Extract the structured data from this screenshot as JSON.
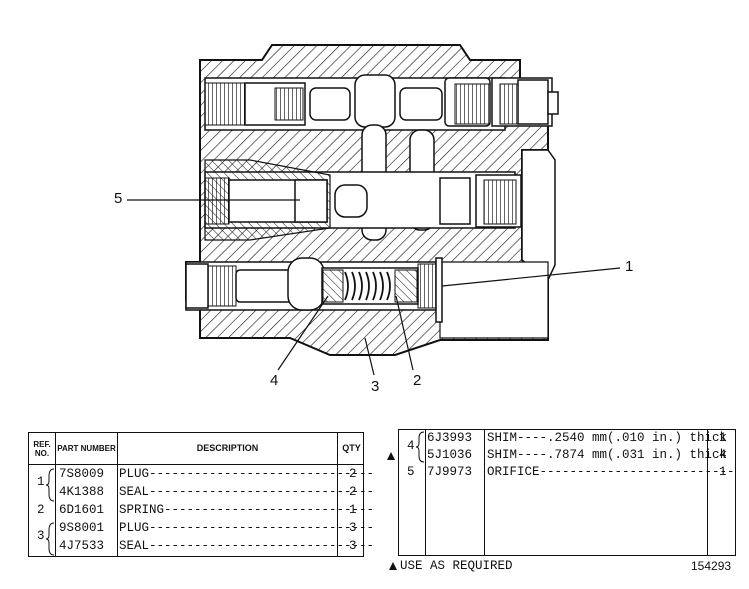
{
  "callouts": {
    "c1": "1",
    "c2": "2",
    "c3": "3",
    "c4": "4",
    "c5": "5"
  },
  "table_left": {
    "headers": {
      "ref": "REF. NO.",
      "part": "PART NUMBER",
      "desc": "DESCRIPTION",
      "qty": "QTY"
    },
    "rows": [
      {
        "ref": "1",
        "part": "7S8009",
        "desc": "PLUG------------------------------",
        "qty": "2"
      },
      {
        "ref": "",
        "part": "4K1388",
        "desc": "SEAL------------------------------",
        "qty": "2"
      },
      {
        "ref": "2",
        "part": "6D1601",
        "desc": "SPRING----------------------------",
        "qty": "1"
      },
      {
        "ref": "3",
        "part": "9S8001",
        "desc": "PLUG------------------------------",
        "qty": "3"
      },
      {
        "ref": "",
        "part": "4J7533",
        "desc": "SEAL------------------------------",
        "qty": "3"
      }
    ]
  },
  "table_right": {
    "rows": [
      {
        "ref": "4",
        "part": "6J3993",
        "desc": "SHIM----.2540 mm(.010 in.) thick",
        "qty": "1"
      },
      {
        "ref": "",
        "part": "5J1036",
        "desc": "SHIM----.7874 mm(.031 in.) thick",
        "qty": "4"
      },
      {
        "ref": "5",
        "part": "7J9973",
        "desc": "ORIFICE--------------------------",
        "qty": "1"
      }
    ]
  },
  "footnote": "USE AS REQUIRED",
  "drawing_number": "154293"
}
